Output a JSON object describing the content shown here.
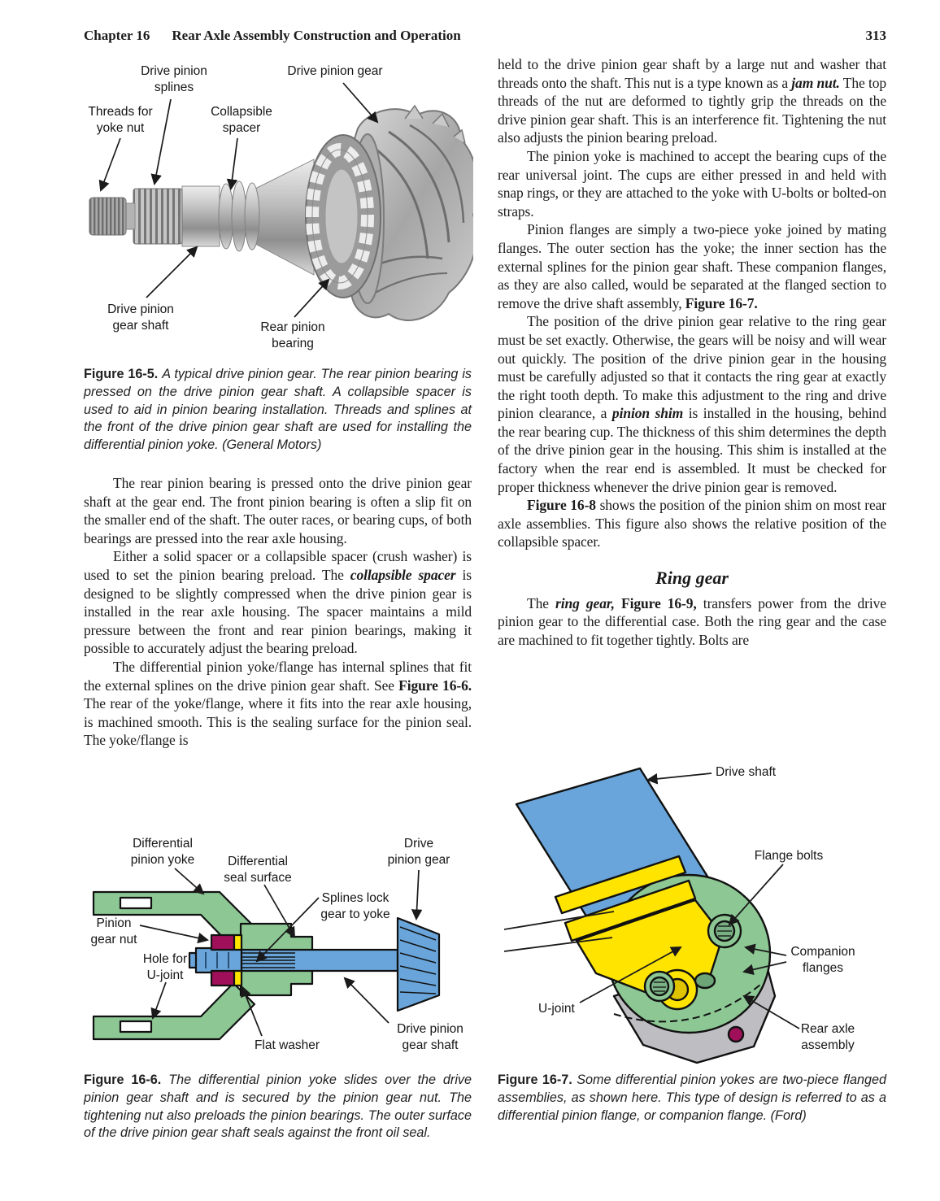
{
  "header": {
    "chapter": "Chapter 16",
    "title": "Rear Axle Assembly Construction and Operation",
    "page_number": "313"
  },
  "left_column": {
    "paragraphs": [
      "The rear pinion bearing is pressed onto the drive pinion gear shaft at the gear end. The front pinion bearing is often a slip fit on the smaller end of the shaft. The outer races, or bearing cups, of both bearings are pressed into the rear axle housing.",
      "Either a solid spacer or a collapsible spacer (crush washer) is used to set the pinion bearing preload. The <b><i>collapsible spacer</i></b> is designed to be slightly compressed when the drive pinion gear is installed in the rear axle housing. The spacer maintains a mild pressure between the front and rear pinion bearings, making it possible to accurately adjust the bearing preload.",
      "The differential pinion yoke/flange has internal splines that fit the external splines on the drive pinion gear shaft. See <b>Figure 16-6.</b> The rear of the yoke/flange, where it fits into the rear axle housing, is machined smooth. This is the sealing surface for the pinion seal. The yoke/flange is"
    ]
  },
  "right_column": {
    "paragraphs": [
      "held to the drive pinion gear shaft by a large nut and washer that threads onto the shaft. This nut is a type known as a <b><i>jam nut.</i></b> The top threads of the nut are deformed to tightly grip the threads on the drive pinion gear shaft. This is an interference fit. Tightening the nut also adjusts the pinion bearing preload.",
      "The pinion yoke is machined to accept the bearing cups of the rear universal joint. The cups are either pressed in and held with snap rings, or they are attached to the yoke with U-bolts or bolted-on straps.",
      "Pinion flanges are simply a two-piece yoke joined by mating flanges. The outer section has the yoke; the inner section has the external splines for the pinion gear shaft. These companion flanges, as they are also called, would be separated at the flanged section to remove the drive shaft assembly, <b>Figure 16-7.</b>",
      "The position of the drive pinion gear relative to the ring gear must be set exactly. Otherwise, the gears will be noisy and will wear out quickly. The position of the drive pinion gear in the housing must be carefully adjusted so that it contacts the ring gear at exactly the right tooth depth. To make this adjustment to the ring and drive pinion clearance, a <b><i>pinion shim</i></b> is installed in the housing, behind the rear bearing cup. The thickness of this shim determines the depth of the drive pinion gear in the housing. This shim is installed at the factory when the rear end is assembled. It must be checked for proper thickness whenever the drive pinion gear is removed.",
      "<b>Figure 16-8</b> shows the position of the pinion shim on most rear axle assemblies. This figure also shows the relative position of the collapsible spacer."
    ],
    "heading": "Ring gear",
    "paragraphs_after": [
      "The <b><i>ring gear,</i></b> <b>Figure 16-9,</b> transfers power from the drive pinion gear to the differential case. Both the ring gear and the case are machined to fit together tightly. Bolts are"
    ]
  },
  "figure_16_5": {
    "labels": {
      "drive_pinion_splines": "Drive pinion<br>splines",
      "drive_pinion_gear": "Drive pinion gear",
      "threads_for_yoke_nut": "Threads for<br>yoke nut",
      "collapsible_spacer": "Collapsible<br>spacer",
      "drive_pinion_gear_shaft": "Drive pinion<br>gear shaft",
      "rear_pinion_bearing": "Rear pinion<br>bearing"
    },
    "caption": "<b>Figure 16-5.</b> <i>A typical drive pinion gear. The rear pinion bearing is pressed on the drive pinion gear shaft. A collapsible spacer is used to aid in pinion bearing installation. Threads and splines at the front of the drive pinion gear shaft are used for installing the differential pinion yoke. (General Motors)</i>"
  },
  "figure_16_6": {
    "labels": {
      "differential_pinion_yoke": "Differential<br>pinion yoke",
      "differential_seal_surface": "Differential<br>seal surface",
      "drive_pinion_gear": "Drive<br>pinion gear",
      "splines_lock": "Splines lock<br>gear to yoke",
      "pinion_gear_nut": "Pinion<br>gear nut",
      "hole_for_u_joint": "Hole for<br>U-joint",
      "flat_washer": "Flat washer",
      "drive_pinion_gear_shaft": "Drive pinion<br>gear shaft"
    },
    "caption": "<b>Figure 16-6.</b> <i>The differential pinion yoke slides over the drive pinion gear shaft and is secured by the pinion gear nut. The tightening nut also preloads the pinion bearings. The outer surface of the drive pinion gear shaft seals against the front oil seal.</i>",
    "colors": {
      "yoke_green": "#8cc794",
      "shaft_blue": "#69a5da",
      "nut_magenta": "#a00f5a",
      "washer_yellow": "#ffe400"
    }
  },
  "figure_16_7": {
    "labels": {
      "drive_shaft": "Drive shaft",
      "flange_bolts": "Flange bolts",
      "companion_flanges": "Companion<br>flanges",
      "u_joint": "U-joint",
      "rear_axle_assembly": "Rear axle<br>assembly"
    },
    "caption": "<b>Figure 16-7.</b> <i>Some differential pinion yokes are two-piece flanged assemblies, as shown here. This type of design is referred to as a differential pinion flange, or companion flange. (Ford)</i>",
    "colors": {
      "drive_shaft_blue": "#69a5da",
      "yoke_yellow": "#ffe400",
      "flange_green": "#8cc794",
      "axle_gray": "#bdbdc2",
      "bolt_magenta": "#a00f5a"
    }
  }
}
